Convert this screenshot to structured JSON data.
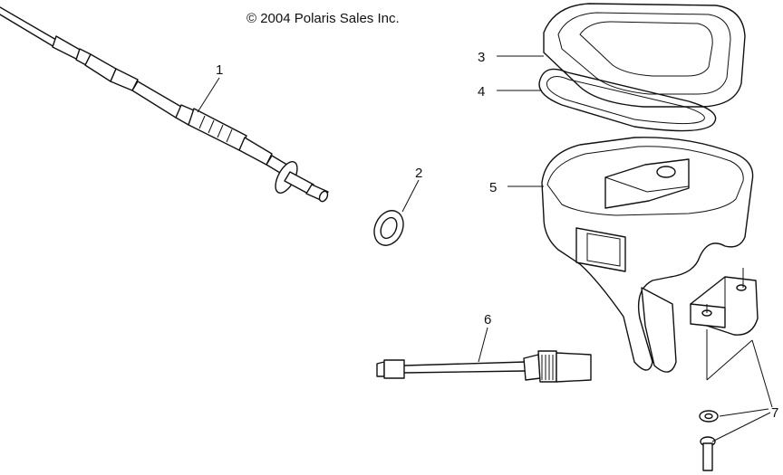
{
  "copyright": "© 2004 Polaris Sales Inc.",
  "callouts": {
    "c1": "1",
    "c2": "2",
    "c3": "3",
    "c4": "4",
    "c5": "5",
    "c6": "6",
    "c7": "7"
  }
}
